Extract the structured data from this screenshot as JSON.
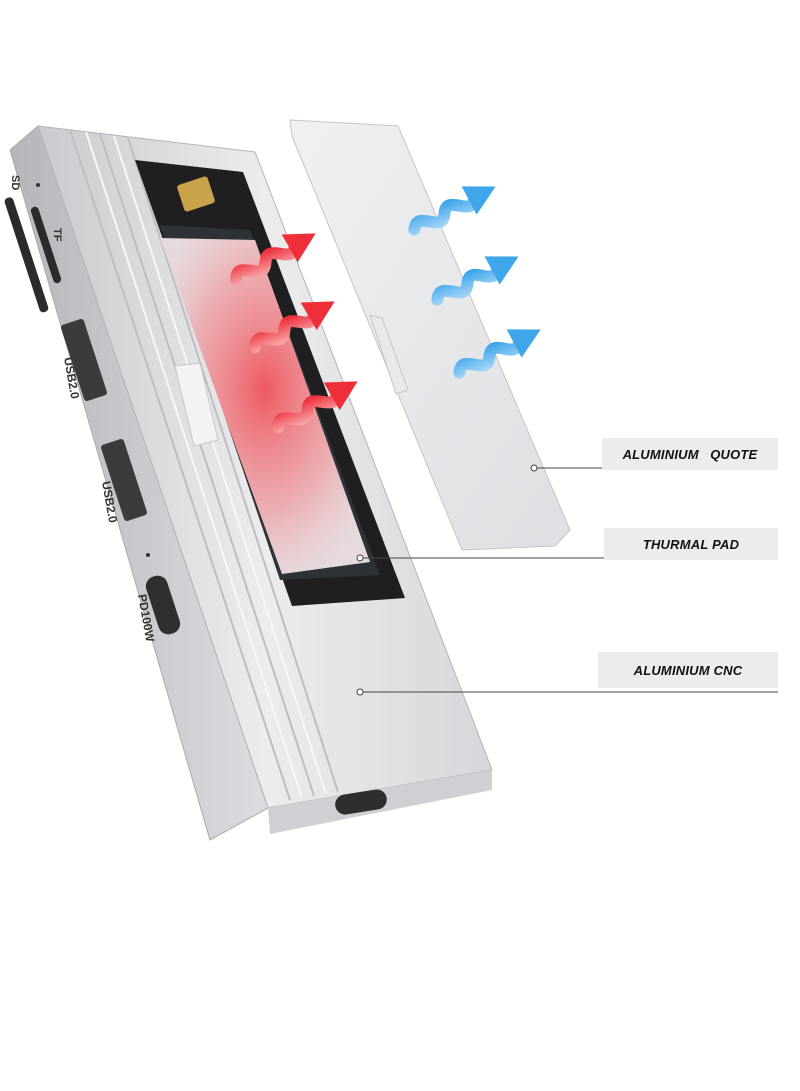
{
  "ports": {
    "sd": "SD",
    "tf": "TF",
    "usb_top": "USB2.0",
    "usb_bottom": "USB2.0",
    "pd": "PD100W"
  },
  "callouts": {
    "aluminium_quote": "ALUMINIUM   QUOTE",
    "thermal_pad": "THURMAL PAD",
    "aluminium_cnc": "ALUMINIUM CNC"
  },
  "colors": {
    "hot": "#f0404a",
    "cool": "#5ab4ee",
    "aluminium": "#e6e6e8"
  }
}
